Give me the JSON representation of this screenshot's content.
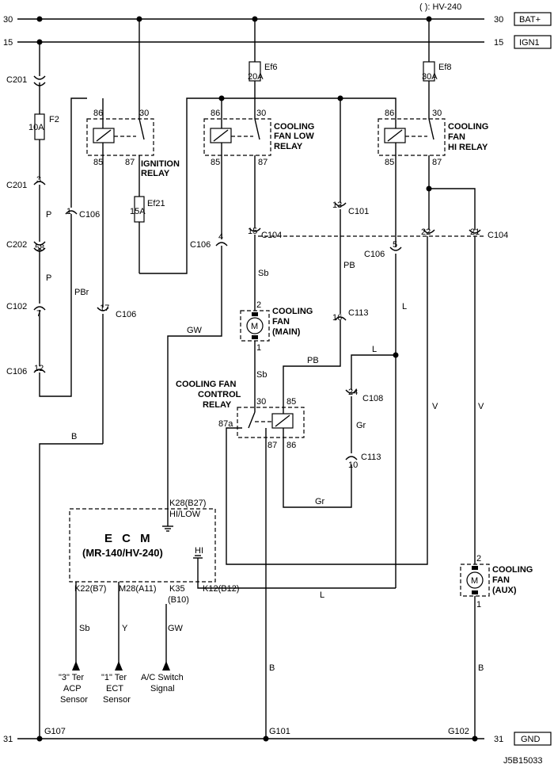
{
  "header": {
    "variant_note": "( ): HV-240",
    "bus_30": "30",
    "bus_15": "15",
    "bus_31": "31",
    "bat_label": "BAT+",
    "ign_label": "IGN1",
    "gnd_label": "GND"
  },
  "fuses": {
    "f2": "F2",
    "f2_rating": "10A",
    "ef6": "Ef6",
    "ef6_rating": "20A",
    "ef8": "Ef8",
    "ef8_rating": "30A",
    "ef21": "Ef21",
    "ef21_rating": "15A"
  },
  "relays": {
    "ignition": {
      "line1": "IGNITION",
      "line2": "RELAY"
    },
    "fan_low": {
      "line1": "COOLING",
      "line2": "FAN LOW",
      "line3": "RELAY"
    },
    "fan_hi": {
      "line1": "COOLING",
      "line2": "FAN",
      "line3": "HI RELAY"
    },
    "control": {
      "line1": "COOLING FAN",
      "line2": "CONTROL",
      "line3": "RELAY"
    },
    "pins": {
      "p86": "86",
      "p30": "30",
      "p85": "85",
      "p87": "87",
      "p87a": "87a"
    }
  },
  "fans": {
    "main": {
      "line1": "COOLING",
      "line2": "FAN",
      "line3": "(MAIN)"
    },
    "aux": {
      "line1": "COOLING",
      "line2": "FAN",
      "line3": "(AUX)"
    },
    "pin1": "1",
    "pin2": "2",
    "motor_symbol": "M"
  },
  "connectors": {
    "c201": "C201",
    "c202": "C202",
    "c102": "C102",
    "c106": "C106",
    "c104": "C104",
    "c101": "C101",
    "c113": "C113",
    "c108": "C108",
    "n3": "3",
    "n58": "58",
    "n7": "7",
    "n12": "12",
    "n1": "1",
    "n17": "17",
    "n4": "4",
    "n15": "15",
    "n13": "13",
    "n16": "16",
    "n5": "5",
    "n22": "22",
    "n21": "21",
    "n24": "24",
    "n10": "10"
  },
  "wire_colors": {
    "P": "P",
    "PBr": "PBr",
    "B": "B",
    "GW": "GW",
    "Sb": "Sb",
    "PB": "PB",
    "L": "L",
    "V": "V",
    "Gr": "Gr",
    "Y": "Y"
  },
  "ecm": {
    "title": "E C M",
    "subtitle": "(MR-140/HV-240)",
    "pin_k28": "K28(B27)",
    "hi_low": "HI/LOW",
    "hi": "HI",
    "pin_k22": "K22(B7)",
    "pin_m28": "M28(A11)",
    "pin_k35": "K35",
    "pin_k35b": "(B10)",
    "pin_k12": "K12(B12)"
  },
  "sensors": {
    "acp": {
      "line1": "\"3\" Ter",
      "line2": "ACP",
      "line3": "Sensor"
    },
    "ect": {
      "line1": "\"1\" Ter",
      "line2": "ECT",
      "line3": "Sensor"
    },
    "ac": {
      "line1": "A/C Switch",
      "line2": "Signal"
    }
  },
  "grounds": {
    "g107": "G107",
    "g101": "G101",
    "g102": "G102"
  },
  "figure_id": "J5B15033"
}
